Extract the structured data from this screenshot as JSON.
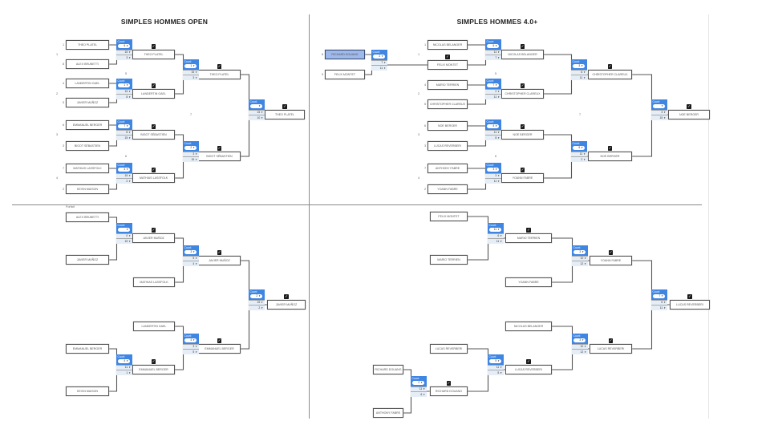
{
  "titles": [
    "SIMPLES HOMMES OPEN",
    "SIMPLES HOMMES 4.0+"
  ],
  "widget_label": "Court:",
  "colors": {
    "accent": "#3f86e3",
    "highlight": "#9fb9ea",
    "score_row": "#e5edf7"
  },
  "icons": {
    "check": "checkbox-checked-icon",
    "dropdown": "caret-down-icon"
  },
  "brackets": [
    {
      "name": "open-main",
      "boxes": [
        {
          "name": "THEO PLATEL",
          "seed": "1"
        },
        {
          "name": "ALEX BRUNETTI",
          "seed": "8"
        },
        {
          "name": "LANDERTIN GAEL",
          "seed": "4"
        },
        {
          "name": "JAVIER MUÑOZ",
          "seed": "5"
        },
        {
          "name": "EMMANUEL BERGER",
          "seed": "6"
        },
        {
          "name": "BIGOT SÉBASTIEN",
          "seed": "3"
        },
        {
          "name": "MATHIAS LASSFOLK",
          "seed": "7"
        },
        {
          "name": "KEVIN MAISON",
          "seed": "2"
        },
        {
          "name": "THEO PLATEL"
        },
        {
          "name": "LANDERTIN GAEL"
        },
        {
          "name": "BIGOT SÉBASTIEN"
        },
        {
          "name": "MATHIAS LASSFOLK"
        },
        {
          "name": "THEO PLATEL"
        },
        {
          "name": "BIGOT SÉBASTIEN"
        },
        {
          "name": "THEO PLATEL"
        }
      ],
      "matches": [
        {
          "court": "6",
          "s1": "15",
          "s2": "3"
        },
        {
          "court": "1",
          "s1": "15",
          "s2": "8"
        },
        {
          "court": "7",
          "s1": "8",
          "s2": "15"
        },
        {
          "court": "4",
          "s1": "15",
          "s2": "2"
        },
        {
          "court": "1",
          "s1": "15",
          "s2": "3"
        },
        {
          "court": "2",
          "s1": "3",
          "s2": "15"
        },
        {
          "court": "",
          "s1": "15",
          "s2": "10"
        }
      ],
      "labels": [
        "1",
        "2",
        "3",
        "4",
        "5",
        "6",
        "7"
      ]
    },
    {
      "name": "4plus-main",
      "boxes": [
        {
          "name": "RICHARD DOUANG",
          "seed": "8",
          "highlight": true
        },
        {
          "name": "FELIX MONTET",
          "seed": "9"
        },
        {
          "name": "NICOLAS BELANGER",
          "seed": "1"
        },
        {
          "name": "FELIX MONTET"
        },
        {
          "name": "MARIO TERRIEN",
          "seed": "4"
        },
        {
          "name": "CHRISTOPHER CLAREUX",
          "seed": "5"
        },
        {
          "name": "NOE BERGER",
          "seed": "6"
        },
        {
          "name": "LUCAS REVERBERI",
          "seed": "3"
        },
        {
          "name": "ANTHONY FABRE",
          "seed": "7"
        },
        {
          "name": "YOANN FABRE",
          "seed": "2"
        },
        {
          "name": "NICOLAS BELANGER"
        },
        {
          "name": "CHRISTOPHER CLAREUX"
        },
        {
          "name": "NOE BERGER"
        },
        {
          "name": "YOANN FABRE"
        },
        {
          "name": "CHRISTOPHER CLAREUX"
        },
        {
          "name": "NOE BERGER"
        },
        {
          "name": "NOE BERGER"
        }
      ],
      "matches": [
        {
          "court": "2",
          "s1": "7",
          "s2": "11"
        },
        {
          "court": "5",
          "s1": "11",
          "s2": "7"
        },
        {
          "court": "7",
          "s1": "2",
          "s2": "11"
        },
        {
          "court": "4",
          "s1": "11",
          "s2": "8"
        },
        {
          "court": "3",
          "s1": "3",
          "s2": "11"
        },
        {
          "court": "3",
          "s1": "6",
          "s2": "11"
        },
        {
          "court": "5",
          "s1": "11",
          "s2": "2"
        },
        {
          "court": "",
          "s1": "3",
          "s2": "15"
        }
      ],
      "labels": [
        "1",
        "2",
        "3",
        "4",
        "5",
        "6",
        "7"
      ]
    },
    {
      "name": "open-consolation",
      "note": "Forfait",
      "boxes": [
        {
          "name": "ALEX BRUNETTI"
        },
        {
          "name": "JAVIER MUÑOZ"
        },
        {
          "name": "JAVIER MUÑOZ"
        },
        {
          "name": "MATHIAS LASSFOLK"
        },
        {
          "name": "JAVIER MUÑOZ"
        },
        {
          "name": "LANDERTIN GAEL"
        },
        {
          "name": "EMMANUEL BERGER"
        },
        {
          "name": "EMMANUEL BERGER"
        },
        {
          "name": "KEVIN MAISON"
        },
        {
          "name": "EMMANUEL BERGER"
        },
        {
          "name": "JAVIER MUÑOZ"
        }
      ],
      "matches": [
        {
          "court": "",
          "s1": "0",
          "s2": "15"
        },
        {
          "court": "3",
          "s1": "5",
          "s2": "4"
        },
        {
          "court": "4",
          "s1": "3",
          "s2": "5"
        },
        {
          "court": "4",
          "s1": "11",
          "s2": "1"
        },
        {
          "court": "2",
          "s1": "15",
          "s2": "2"
        }
      ],
      "labels": []
    },
    {
      "name": "4plus-consolation",
      "boxes": [
        {
          "name": "FELIX MONTET"
        },
        {
          "name": "MARIO TERRIEN"
        },
        {
          "name": "MARIO TERRIEN"
        },
        {
          "name": "YOANN FABRE"
        },
        {
          "name": "YOANN FABRE"
        },
        {
          "name": "NICOLAS BELANGER"
        },
        {
          "name": "LUCAS REVERBERI"
        },
        {
          "name": "LUCAS REVERBERI"
        },
        {
          "name": "LUCAS REVERBERI"
        },
        {
          "name": "RICHARD DOUANG"
        },
        {
          "name": "ANTHONY FABRE"
        },
        {
          "name": "RICHARD DOUANG"
        },
        {
          "name": "LUCAS REVERBERI"
        }
      ],
      "matches": [
        {
          "court": "11",
          "s1": "6",
          "s2": "11"
        },
        {
          "court": "3",
          "s1": "10",
          "s2": "12"
        },
        {
          "court": "3",
          "s1": "10",
          "s2": "12"
        },
        {
          "court": "5",
          "s1": "11",
          "s2": "5"
        },
        {
          "court": "2",
          "s1": "11",
          "s2": "6"
        },
        {
          "court": "7",
          "s1": "6",
          "s2": "11"
        }
      ],
      "labels": []
    }
  ]
}
